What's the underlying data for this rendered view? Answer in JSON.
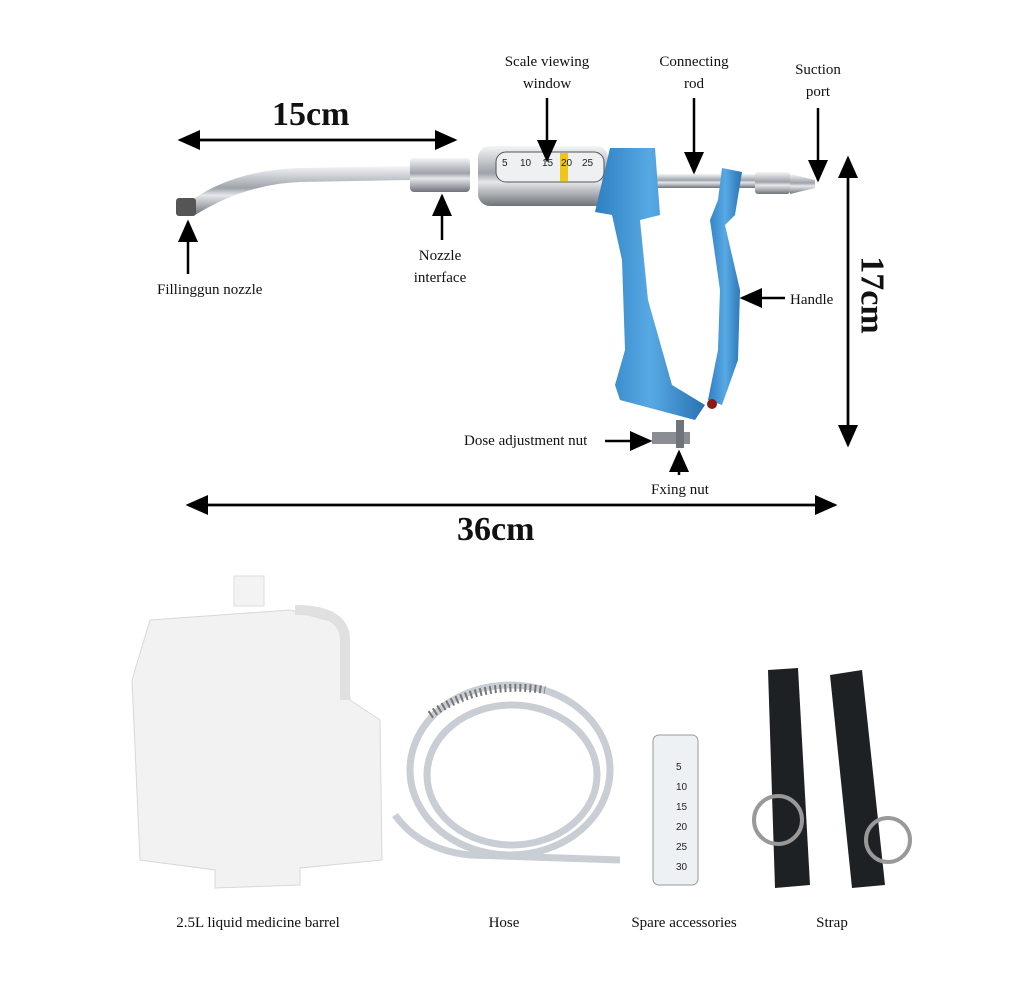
{
  "dimensions": {
    "length_nozzle": "15cm",
    "total_length": "36cm",
    "height": "17cm"
  },
  "gun_labels": {
    "scale_window": [
      "Scale viewing",
      "window"
    ],
    "connecting_rod": [
      "Connecting",
      "rod"
    ],
    "suction_port": [
      "Suction",
      "port"
    ],
    "nozzle": "Fillinggun nozzle",
    "nozzle_interface": [
      "Nozzle",
      "interface"
    ],
    "handle": "Handle",
    "dose_nut": "Dose adjustment nut",
    "fixing_nut": "Fxing nut"
  },
  "scale_numbers": [
    "5",
    "10",
    "15",
    "20",
    "25"
  ],
  "cylinder_scale": [
    "5",
    "10",
    "15",
    "20",
    "25",
    "30"
  ],
  "accessories": [
    {
      "label": "2.5L liquid medicine barrel"
    },
    {
      "label": "Hose"
    },
    {
      "label": "Spare accessories"
    },
    {
      "label": "Strap"
    }
  ],
  "colors": {
    "gun_body": "#3a8fd0",
    "metal": "#c9ccd1",
    "barrel": "#f2f2f2",
    "strap": "#1e2124"
  }
}
